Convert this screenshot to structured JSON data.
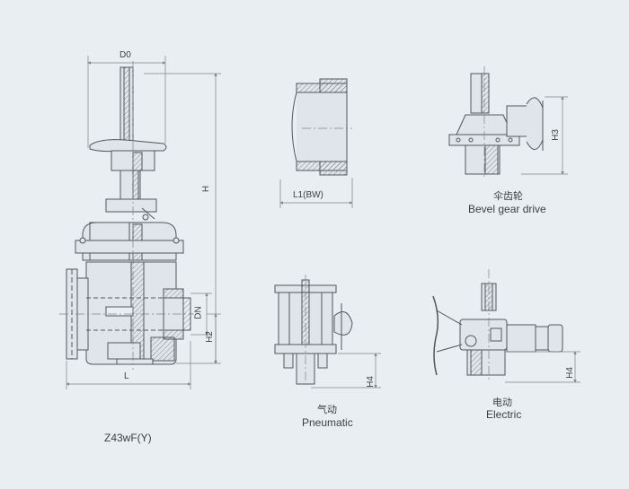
{
  "colors": {
    "background": "#e9eef2",
    "line": "#50565c",
    "hatch": "#6b7177",
    "dim": "#7c8288",
    "fill": "#dfe5ea"
  },
  "main_view": {
    "model": "Z43wF(Y)",
    "dims": {
      "d0": "D0",
      "h": "H",
      "dn": "DN",
      "h2": "H2",
      "l": "L"
    }
  },
  "flange_detail": {
    "dim_l1": "L1(BW)"
  },
  "bevel_gear": {
    "label_zh": "伞齿轮",
    "label_en": "Bevel gear drive",
    "dim": "H3"
  },
  "pneumatic": {
    "label_zh": "气动",
    "label_en": "Pneumatic",
    "dim": "H4"
  },
  "electric": {
    "label_zh": "电动",
    "label_en": "Electric",
    "dim": "H4"
  }
}
